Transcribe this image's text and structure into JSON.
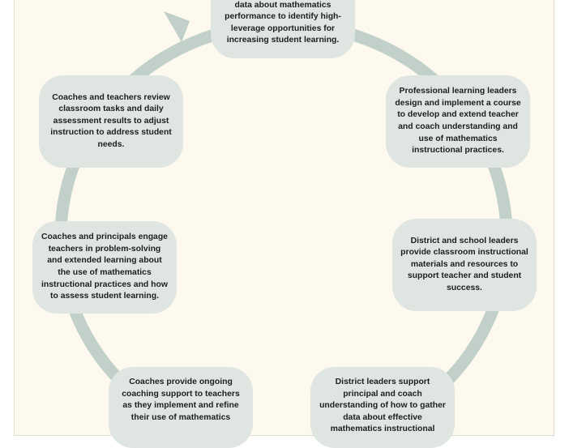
{
  "colors": {
    "panel_background": "#fdf9ef",
    "box_fill": "#dfe6e2",
    "cycle_ring": "#c1d0c8",
    "text": "#1e1e1e"
  },
  "cycle": {
    "direction": "clockwise",
    "arrow_icon": "arrowhead"
  },
  "steps": [
    {
      "text": "data about mathematics performance to identify high-leverage opportunities for increasing student learning."
    },
    {
      "text": "Professional learning leaders design and implement a course to develop and extend teacher and coach understanding and use of mathematics instructional practices."
    },
    {
      "text": "District and school leaders provide classroom instructional materials and resources to support teacher and student success."
    },
    {
      "text": "District leaders support principal and coach understanding of how to gather data about effective mathematics instructional"
    },
    {
      "text": "Coaches provide ongoing coaching support to teachers as they implement and refine their use of mathematics"
    },
    {
      "text": "Coaches and principals engage teachers in problem-solving and extended learning about the use of mathematics instructional practices and how to assess student learning."
    },
    {
      "text": "Coaches and teachers review classroom tasks and daily assessment results to adjust instruction to address student needs."
    }
  ]
}
